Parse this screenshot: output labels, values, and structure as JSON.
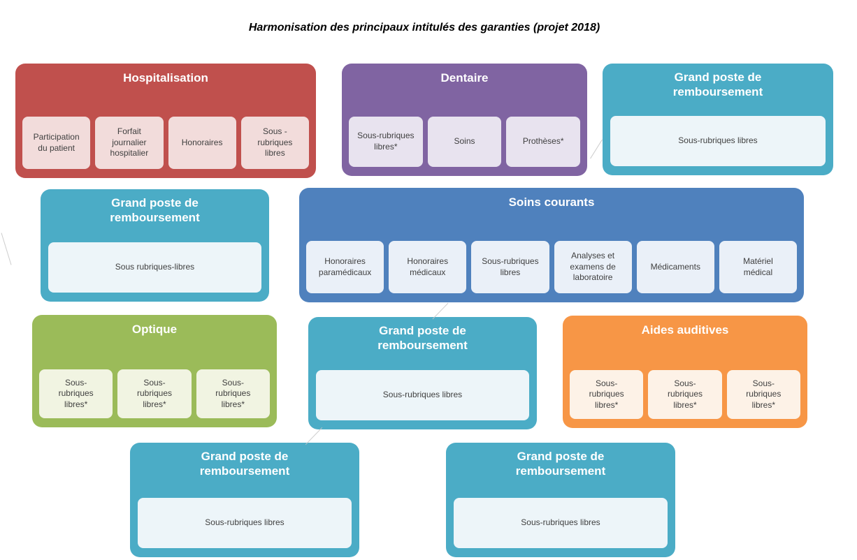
{
  "title": "Harmonisation des principaux intitulés des garanties (projet 2018)",
  "colors": {
    "red": "#C0504D",
    "red_light": "#F2DCDB",
    "purple": "#8064A2",
    "purple_light": "#E8E3EF",
    "teal": "#4BACC6",
    "teal_light": "#EDF5F9",
    "blue": "#4F81BD",
    "blue_light": "#EAF0F8",
    "green": "#9BBB59",
    "green_light": "#F1F4E2",
    "orange": "#F79646",
    "orange_light": "#FDF2E7",
    "sub_text": "#3F3F3F",
    "connector": "#C6C6C6"
  },
  "groups": [
    {
      "label": "Hospitalisation",
      "color": "#C0504D",
      "child_bg": "#F2DCDB",
      "children": [
        "Participation du patient",
        "Forfait journalier hospitalier",
        "Honoraires",
        "Sous - rubriques libres"
      ]
    },
    {
      "label": "Dentaire",
      "color": "#8064A2",
      "child_bg": "#E8E3EF",
      "children": [
        "Sous-rubriques libres*",
        "Soins",
        "Prothèses*"
      ]
    },
    {
      "label": "Grand poste de remboursement",
      "color": "#4BACC6",
      "child_bg": "#EDF5F9",
      "children": [
        "Sous-rubriques libres"
      ]
    },
    {
      "label": "Grand poste de remboursement",
      "color": "#4BACC6",
      "child_bg": "#EDF5F9",
      "children": [
        "Sous rubriques-libres"
      ]
    },
    {
      "label": "Soins courants",
      "color": "#4F81BD",
      "child_bg": "#EAF0F8",
      "children": [
        "Honoraires paramédicaux",
        "Honoraires médicaux",
        "Sous-rubriques libres",
        "Analyses et examens de laboratoire",
        "Médicaments",
        "Matériel médical"
      ]
    },
    {
      "label": "Optique",
      "color": "#9BBB59",
      "child_bg": "#F1F4E2",
      "children": [
        "Sous-rubriques libres*",
        "Sous-rubriques libres*",
        "Sous-rubriques libres*"
      ]
    },
    {
      "label": "Grand poste de remboursement",
      "color": "#4BACC6",
      "child_bg": "#EDF5F9",
      "children": [
        "Sous-rubriques libres"
      ]
    },
    {
      "label": "Aides auditives",
      "color": "#F79646",
      "child_bg": "#FDF2E7",
      "children": [
        "Sous-rubriques libres*",
        "Sous-rubriques libres*",
        "Sous-rubriques libres*"
      ]
    },
    {
      "label": "Grand poste de remboursement",
      "color": "#4BACC6",
      "child_bg": "#EDF5F9",
      "children": [
        "Sous-rubriques libres"
      ]
    },
    {
      "label": "Grand poste de remboursement",
      "color": "#4BACC6",
      "child_bg": "#EDF5F9",
      "children": [
        "Sous-rubriques libres"
      ]
    }
  ]
}
